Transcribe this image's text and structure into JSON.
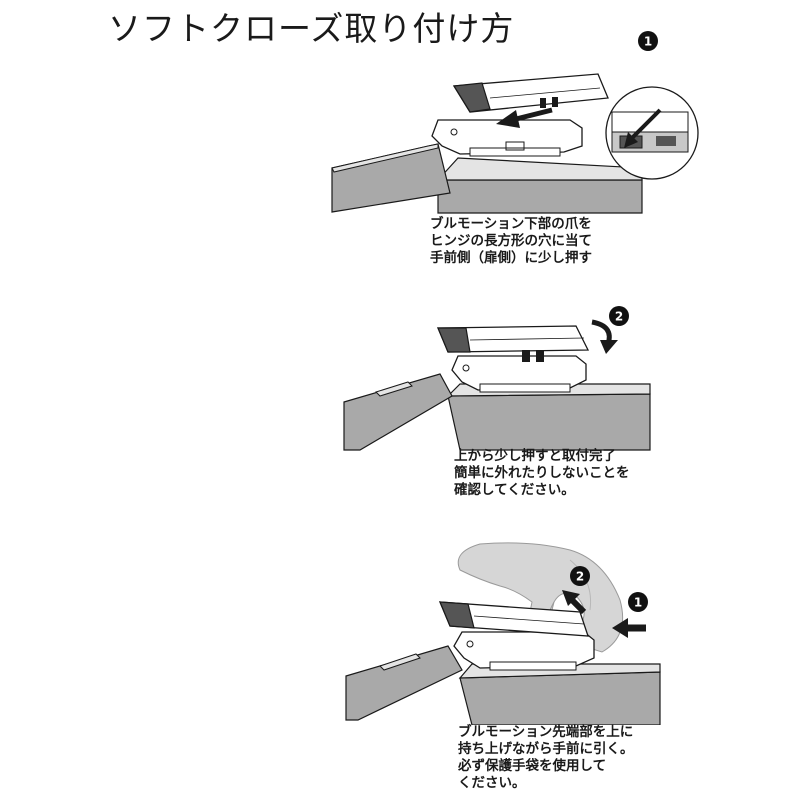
{
  "title": "ソフトクローズ取り付け方",
  "steps": [
    {
      "badge": "1",
      "caption": [
        "ブルモーション下部の爪を",
        "ヒンジの長方形の穴に当て",
        "手前側（扉側）に少し押す"
      ]
    },
    {
      "badge": "2",
      "caption": [
        "上から少し押すと取付完了",
        "簡単に外れたりしないことを",
        "確認してください。"
      ]
    },
    {
      "badges": [
        "1",
        "2"
      ],
      "caption": [
        "ブルモーション先端部を上に",
        "持ち上げながら手前に引く。",
        "必ず保護手袋を使用して",
        "ください。"
      ]
    }
  ],
  "colors": {
    "panel_gray": "#a9a9a9",
    "panel_light": "#e4e4e4",
    "line": "#1a1a1a",
    "badge_fill": "#111111",
    "device_dark": "#555555"
  }
}
